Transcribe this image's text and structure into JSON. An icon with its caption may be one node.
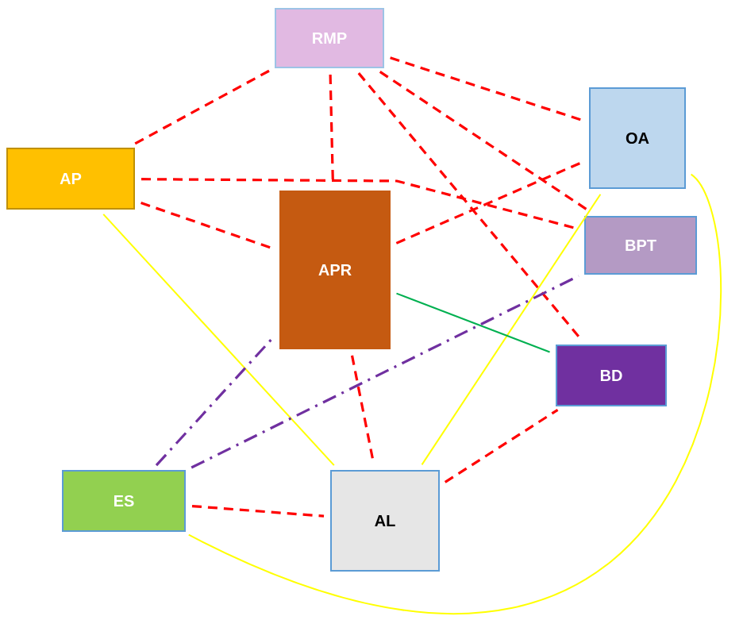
{
  "diagram": {
    "nodes": [
      {
        "text": [
          "RMP"
        ]
      },
      {
        "text": [
          "AP"
        ]
      },
      {
        "text": [
          "OA"
        ]
      },
      {
        "text": [
          "APR"
        ]
      },
      {
        "text": [
          "BPT"
        ]
      },
      {
        "text": [
          "BD"
        ]
      },
      {
        "text": [
          "ES"
        ]
      },
      {
        "text": [
          "AL"
        ]
      }
    ],
    "edges": [
      {
        "from": 0,
        "to": 1,
        "arrow": "none",
        "style": "dashed"
      },
      {
        "from": 0,
        "to": 2,
        "arrow": "none",
        "style": "dashed"
      },
      {
        "from": 0,
        "to": 3,
        "arrow": "none",
        "style": "dashed"
      },
      {
        "from": 0,
        "to": 4,
        "arrow": "none",
        "style": "dashed"
      },
      {
        "from": 0,
        "to": 5,
        "arrow": "none",
        "style": "dashed"
      },
      {
        "from": 1,
        "to": 3,
        "arrow": "none",
        "style": "dashed"
      },
      {
        "from": 1,
        "to": 4,
        "arrow": "none",
        "style": "dashed"
      },
      {
        "from": 3,
        "to": 2,
        "arrow": "none",
        "style": "dashed"
      },
      {
        "from": 3,
        "to": 7,
        "arrow": "none",
        "style": "dashed"
      },
      {
        "from": 7,
        "to": 5,
        "arrow": "none",
        "style": "dashed"
      },
      {
        "from": 6,
        "to": 7,
        "arrow": "none",
        "style": "dashed"
      },
      {
        "from": 1,
        "to": 7,
        "arrow": "none",
        "color": "#ffff00"
      },
      {
        "from": 2,
        "to": 7,
        "arrow": "none",
        "color": "#ffff00"
      },
      {
        "from": 2,
        "to": 6,
        "arrow": "none",
        "color": "#ffff00"
      },
      {
        "from": 3,
        "to": 5,
        "arrow": "none",
        "color": "#00b050"
      },
      {
        "from": 6,
        "to": 4,
        "arrow": "none",
        "style": "dashed",
        "color": "#7030a0"
      },
      {
        "from": 6,
        "to": 3,
        "arrow": "none",
        "style": "dashed",
        "color": "#7030a0"
      }
    ]
  }
}
